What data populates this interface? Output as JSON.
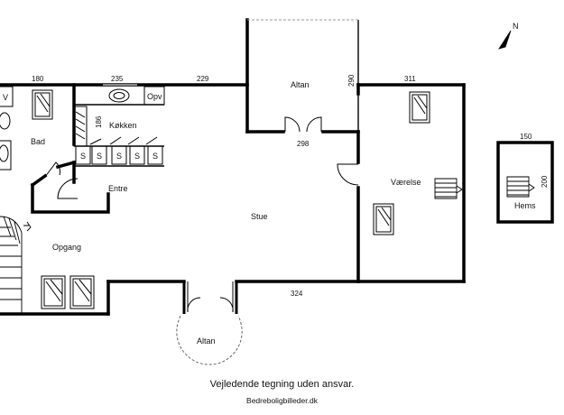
{
  "rooms": {
    "altan_top": "Altan",
    "bad": "Bad",
    "kokken": "Køkken",
    "opv": "Opv",
    "entre": "Entre",
    "stue": "Stue",
    "vaerelse": "Værelse",
    "opgang": "Opgang",
    "hems": "Hems",
    "altan_bottom": "Altan",
    "v": "V"
  },
  "fixtures": {
    "cabinet_label": "S",
    "cabinet_count": 5
  },
  "dimensions": {
    "d180": "180",
    "d235": "235",
    "d229": "229",
    "d290": "290",
    "d311": "311",
    "d186": "186",
    "d298": "298",
    "d324": "324",
    "d150": "150",
    "d200": "200"
  },
  "compass": {
    "north": "N"
  },
  "footer": {
    "disclaimer": "Vejledende tegning uden ansvar.",
    "source": "Bedreboligbilleder.dk"
  }
}
